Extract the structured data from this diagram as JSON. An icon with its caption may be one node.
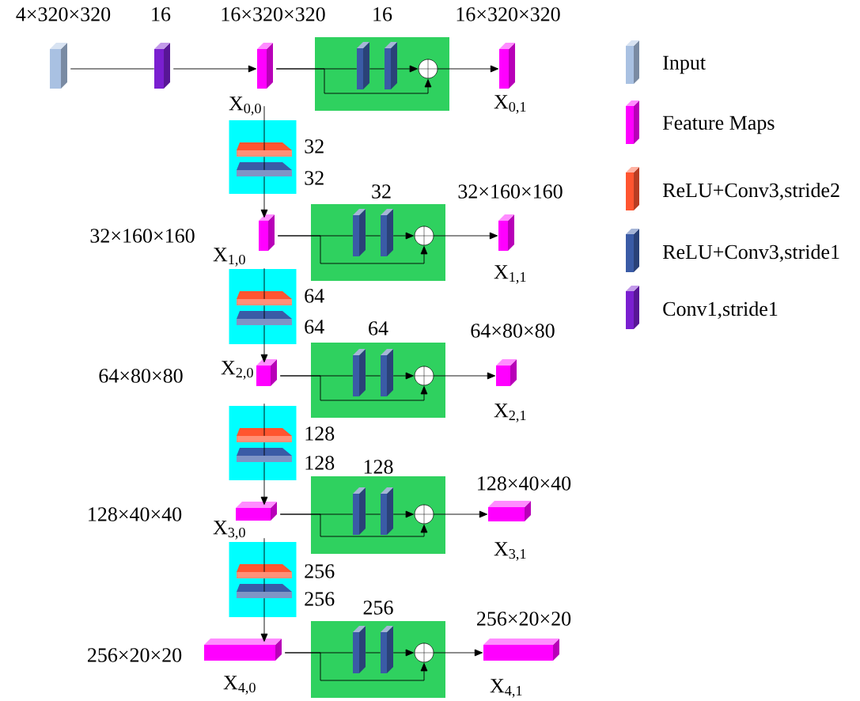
{
  "diagram": {
    "nodes": [
      {
        "text": [],
        "shape": "box",
        "beside": [
          "4×320×320"
        ]
      },
      {
        "text": [],
        "shape": "box",
        "beside": [
          "16"
        ]
      },
      {
        "text": [],
        "shape": "box",
        "beside": [
          "16×320×320",
          "X$_{0,0}$"
        ]
      },
      {
        "text": [],
        "shape": "box",
        "beside": [
          "16"
        ]
      },
      {
        "text": [],
        "shape": "box",
        "in": 3
      },
      {
        "text": [],
        "shape": "box",
        "in": 3
      },
      {
        "text": [],
        "shape": "circle",
        "in": 3
      },
      {
        "text": [],
        "shape": "box",
        "beside": [
          "16×320×320",
          "X$_{0,1}$"
        ]
      },
      {
        "text": [],
        "shape": "box"
      },
      {
        "text": [],
        "shape": "box",
        "in": 8,
        "beside": [
          "32"
        ]
      },
      {
        "text": [],
        "shape": "box",
        "in": 8,
        "beside": [
          "32"
        ]
      },
      {
        "text": [],
        "shape": "box",
        "beside": [
          "32×160×160",
          "X$_{1,0}$"
        ]
      },
      {
        "text": [],
        "shape": "box",
        "beside": [
          "32"
        ]
      },
      {
        "text": [],
        "shape": "box",
        "in": 12
      },
      {
        "text": [],
        "shape": "box",
        "in": 12
      },
      {
        "text": [],
        "shape": "circle",
        "in": 12
      },
      {
        "text": [],
        "shape": "box",
        "beside": [
          "32×160×160",
          "X$_{1,1}$"
        ]
      },
      {
        "text": [],
        "shape": "box"
      },
      {
        "text": [],
        "shape": "box",
        "in": 17,
        "beside": [
          "64"
        ]
      },
      {
        "text": [],
        "shape": "box",
        "in": 17,
        "beside": [
          "64"
        ]
      },
      {
        "text": [],
        "shape": "box",
        "beside": [
          "64×80×80",
          "X$_{2,0}$"
        ]
      },
      {
        "text": [],
        "shape": "box",
        "beside": [
          "64"
        ]
      },
      {
        "text": [],
        "shape": "box",
        "in": 21
      },
      {
        "text": [],
        "shape": "box",
        "in": 21
      },
      {
        "text": [],
        "shape": "circle",
        "in": 21
      },
      {
        "text": [],
        "shape": "box",
        "beside": [
          "64×80×80",
          "X$_{2,1}$"
        ]
      },
      {
        "text": [],
        "shape": "box"
      },
      {
        "text": [],
        "shape": "box",
        "in": 26,
        "beside": [
          "128"
        ]
      },
      {
        "text": [],
        "shape": "box",
        "in": 26,
        "beside": [
          "128"
        ]
      },
      {
        "text": [],
        "shape": "box",
        "beside": [
          "128×40×40",
          "X$_{3,0}$"
        ]
      },
      {
        "text": [],
        "shape": "box",
        "beside": [
          "128"
        ]
      },
      {
        "text": [],
        "shape": "box",
        "in": 30
      },
      {
        "text": [],
        "shape": "box",
        "in": 30
      },
      {
        "text": [],
        "shape": "circle",
        "in": 30
      },
      {
        "text": [],
        "shape": "box",
        "beside": [
          "128×40×40",
          "X$_{3,1}$"
        ]
      },
      {
        "text": [],
        "shape": "box"
      },
      {
        "text": [],
        "shape": "box",
        "in": 35,
        "beside": [
          "256"
        ]
      },
      {
        "text": [],
        "shape": "box",
        "in": 35,
        "beside": [
          "256"
        ]
      },
      {
        "text": [],
        "shape": "box",
        "beside": [
          "256×20×20",
          "X$_{4,0}$"
        ]
      },
      {
        "text": [],
        "shape": "box",
        "beside": [
          "256"
        ]
      },
      {
        "text": [],
        "shape": "box",
        "in": 39
      },
      {
        "text": [],
        "shape": "box",
        "in": 39
      },
      {
        "text": [],
        "shape": "circle",
        "in": 39
      },
      {
        "text": [],
        "shape": "box",
        "beside": [
          "256×20×20",
          "X$_{4,1}$"
        ]
      }
    ],
    "edges": [
      {
        "from": 0,
        "to": 1,
        "arrow": "none"
      },
      {
        "from": 1,
        "to": 2,
        "arrow": "to"
      },
      {
        "from": 2,
        "to": 4,
        "arrow": "none"
      },
      {
        "from": 4,
        "to": 5,
        "arrow": "none"
      },
      {
        "from": 5,
        "to": 6,
        "arrow": "to"
      },
      {
        "from": 2,
        "to": 6,
        "arrow": "to"
      },
      {
        "from": 6,
        "to": 7,
        "arrow": "to"
      },
      {
        "from": 2,
        "to": 9,
        "arrow": "none"
      },
      {
        "from": 9,
        "to": 10,
        "arrow": "none"
      },
      {
        "from": 10,
        "to": 11,
        "arrow": "to"
      },
      {
        "from": 11,
        "to": 13,
        "arrow": "none"
      },
      {
        "from": 13,
        "to": 14,
        "arrow": "none"
      },
      {
        "from": 14,
        "to": 15,
        "arrow": "to"
      },
      {
        "from": 11,
        "to": 15,
        "arrow": "to"
      },
      {
        "from": 15,
        "to": 16,
        "arrow": "to"
      },
      {
        "from": 11,
        "to": 18,
        "arrow": "none"
      },
      {
        "from": 18,
        "to": 19,
        "arrow": "none"
      },
      {
        "from": 19,
        "to": 20,
        "arrow": "to"
      },
      {
        "from": 20,
        "to": 22,
        "arrow": "none"
      },
      {
        "from": 22,
        "to": 23,
        "arrow": "none"
      },
      {
        "from": 23,
        "to": 24,
        "arrow": "to"
      },
      {
        "from": 20,
        "to": 24,
        "arrow": "to"
      },
      {
        "from": 24,
        "to": 25,
        "arrow": "to"
      },
      {
        "from": 20,
        "to": 27,
        "arrow": "none"
      },
      {
        "from": 27,
        "to": 28,
        "arrow": "none"
      },
      {
        "from": 28,
        "to": 29,
        "arrow": "to"
      },
      {
        "from": 29,
        "to": 31,
        "arrow": "none"
      },
      {
        "from": 31,
        "to": 32,
        "arrow": "none"
      },
      {
        "from": 32,
        "to": 33,
        "arrow": "to"
      },
      {
        "from": 29,
        "to": 33,
        "arrow": "to"
      },
      {
        "from": 33,
        "to": 34,
        "arrow": "to"
      },
      {
        "from": 29,
        "to": 36,
        "arrow": "none"
      },
      {
        "from": 36,
        "to": 37,
        "arrow": "none"
      },
      {
        "from": 37,
        "to": 38,
        "arrow": "to"
      },
      {
        "from": 38,
        "to": 40,
        "arrow": "none"
      },
      {
        "from": 40,
        "to": 41,
        "arrow": "none"
      },
      {
        "from": 41,
        "to": 42,
        "arrow": "to"
      },
      {
        "from": 38,
        "to": 42,
        "arrow": "to"
      },
      {
        "from": 42,
        "to": 43,
        "arrow": "to"
      }
    ],
    "legend": [
      {
        "text": "Input",
        "color": "#a9c1e2"
      },
      {
        "text": "Feature Maps",
        "color": "#ff00ff"
      },
      {
        "text": "ReLU+Conv3,stride2",
        "color": "#ff5530"
      },
      {
        "text": "ReLU+Conv3,stride1",
        "color": "#3a5ba6"
      },
      {
        "text": "Conv1,stride1",
        "color": "#7a1fd0"
      }
    ]
  }
}
